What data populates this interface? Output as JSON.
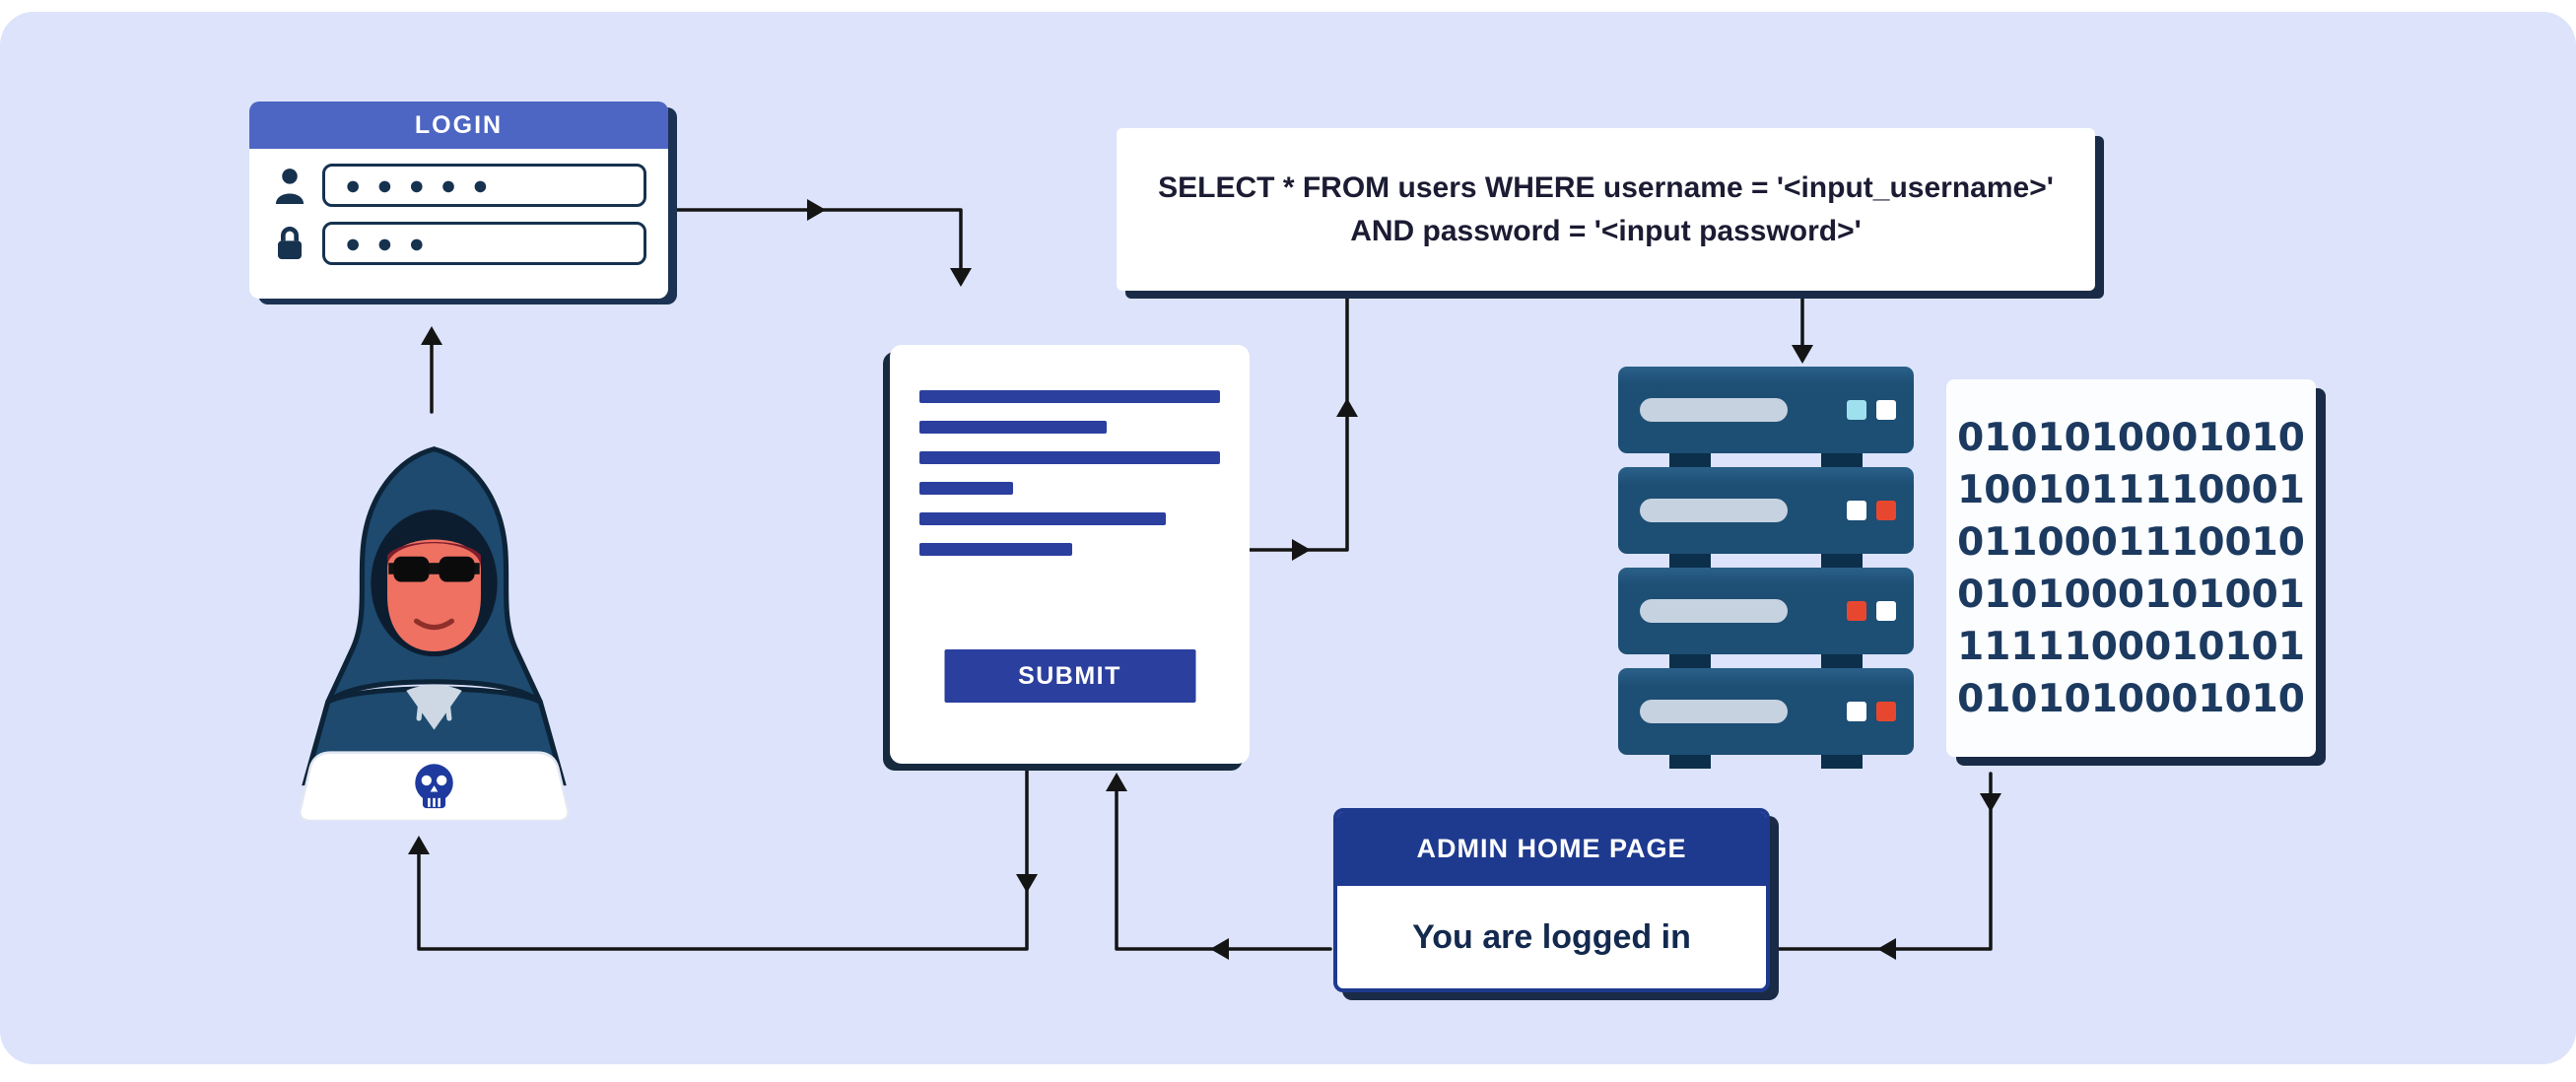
{
  "scene": {
    "background": "#dce3fa",
    "arrow_color": "#141414"
  },
  "login_window": {
    "title": "LOGIN",
    "username_value": "●●●●●",
    "password_value": "●●●"
  },
  "login_form_page": {
    "submit_label": "SUBMIT"
  },
  "sql_query_box": {
    "line1": "SELECT * FROM users WHERE username = '<input_username>'",
    "line2": "AND password = '<input password>'"
  },
  "database_server": {
    "unit_color": "#1d4e74",
    "indicator_colors": [
      [
        "#9fe0ef",
        "#ffffff"
      ],
      [
        "#ffffff",
        "#e8472f"
      ],
      [
        "#e8472f",
        "#ffffff"
      ],
      [
        "#ffffff",
        "#e8472f"
      ]
    ]
  },
  "binary_output": {
    "lines": [
      "0101010001010",
      "1001011110001",
      "0110001110010",
      "0101000101001",
      "1111100010101",
      "0101010001010"
    ]
  },
  "admin_home_page": {
    "title": "ADMIN HOME PAGE",
    "message": "You are logged in"
  },
  "colors": {
    "login_header": "#4d66c3",
    "navy_outline": "#16324f",
    "form_accent": "#2b3f9e",
    "admin_header": "#1e3a8f",
    "shadow": "#1a2b47"
  }
}
